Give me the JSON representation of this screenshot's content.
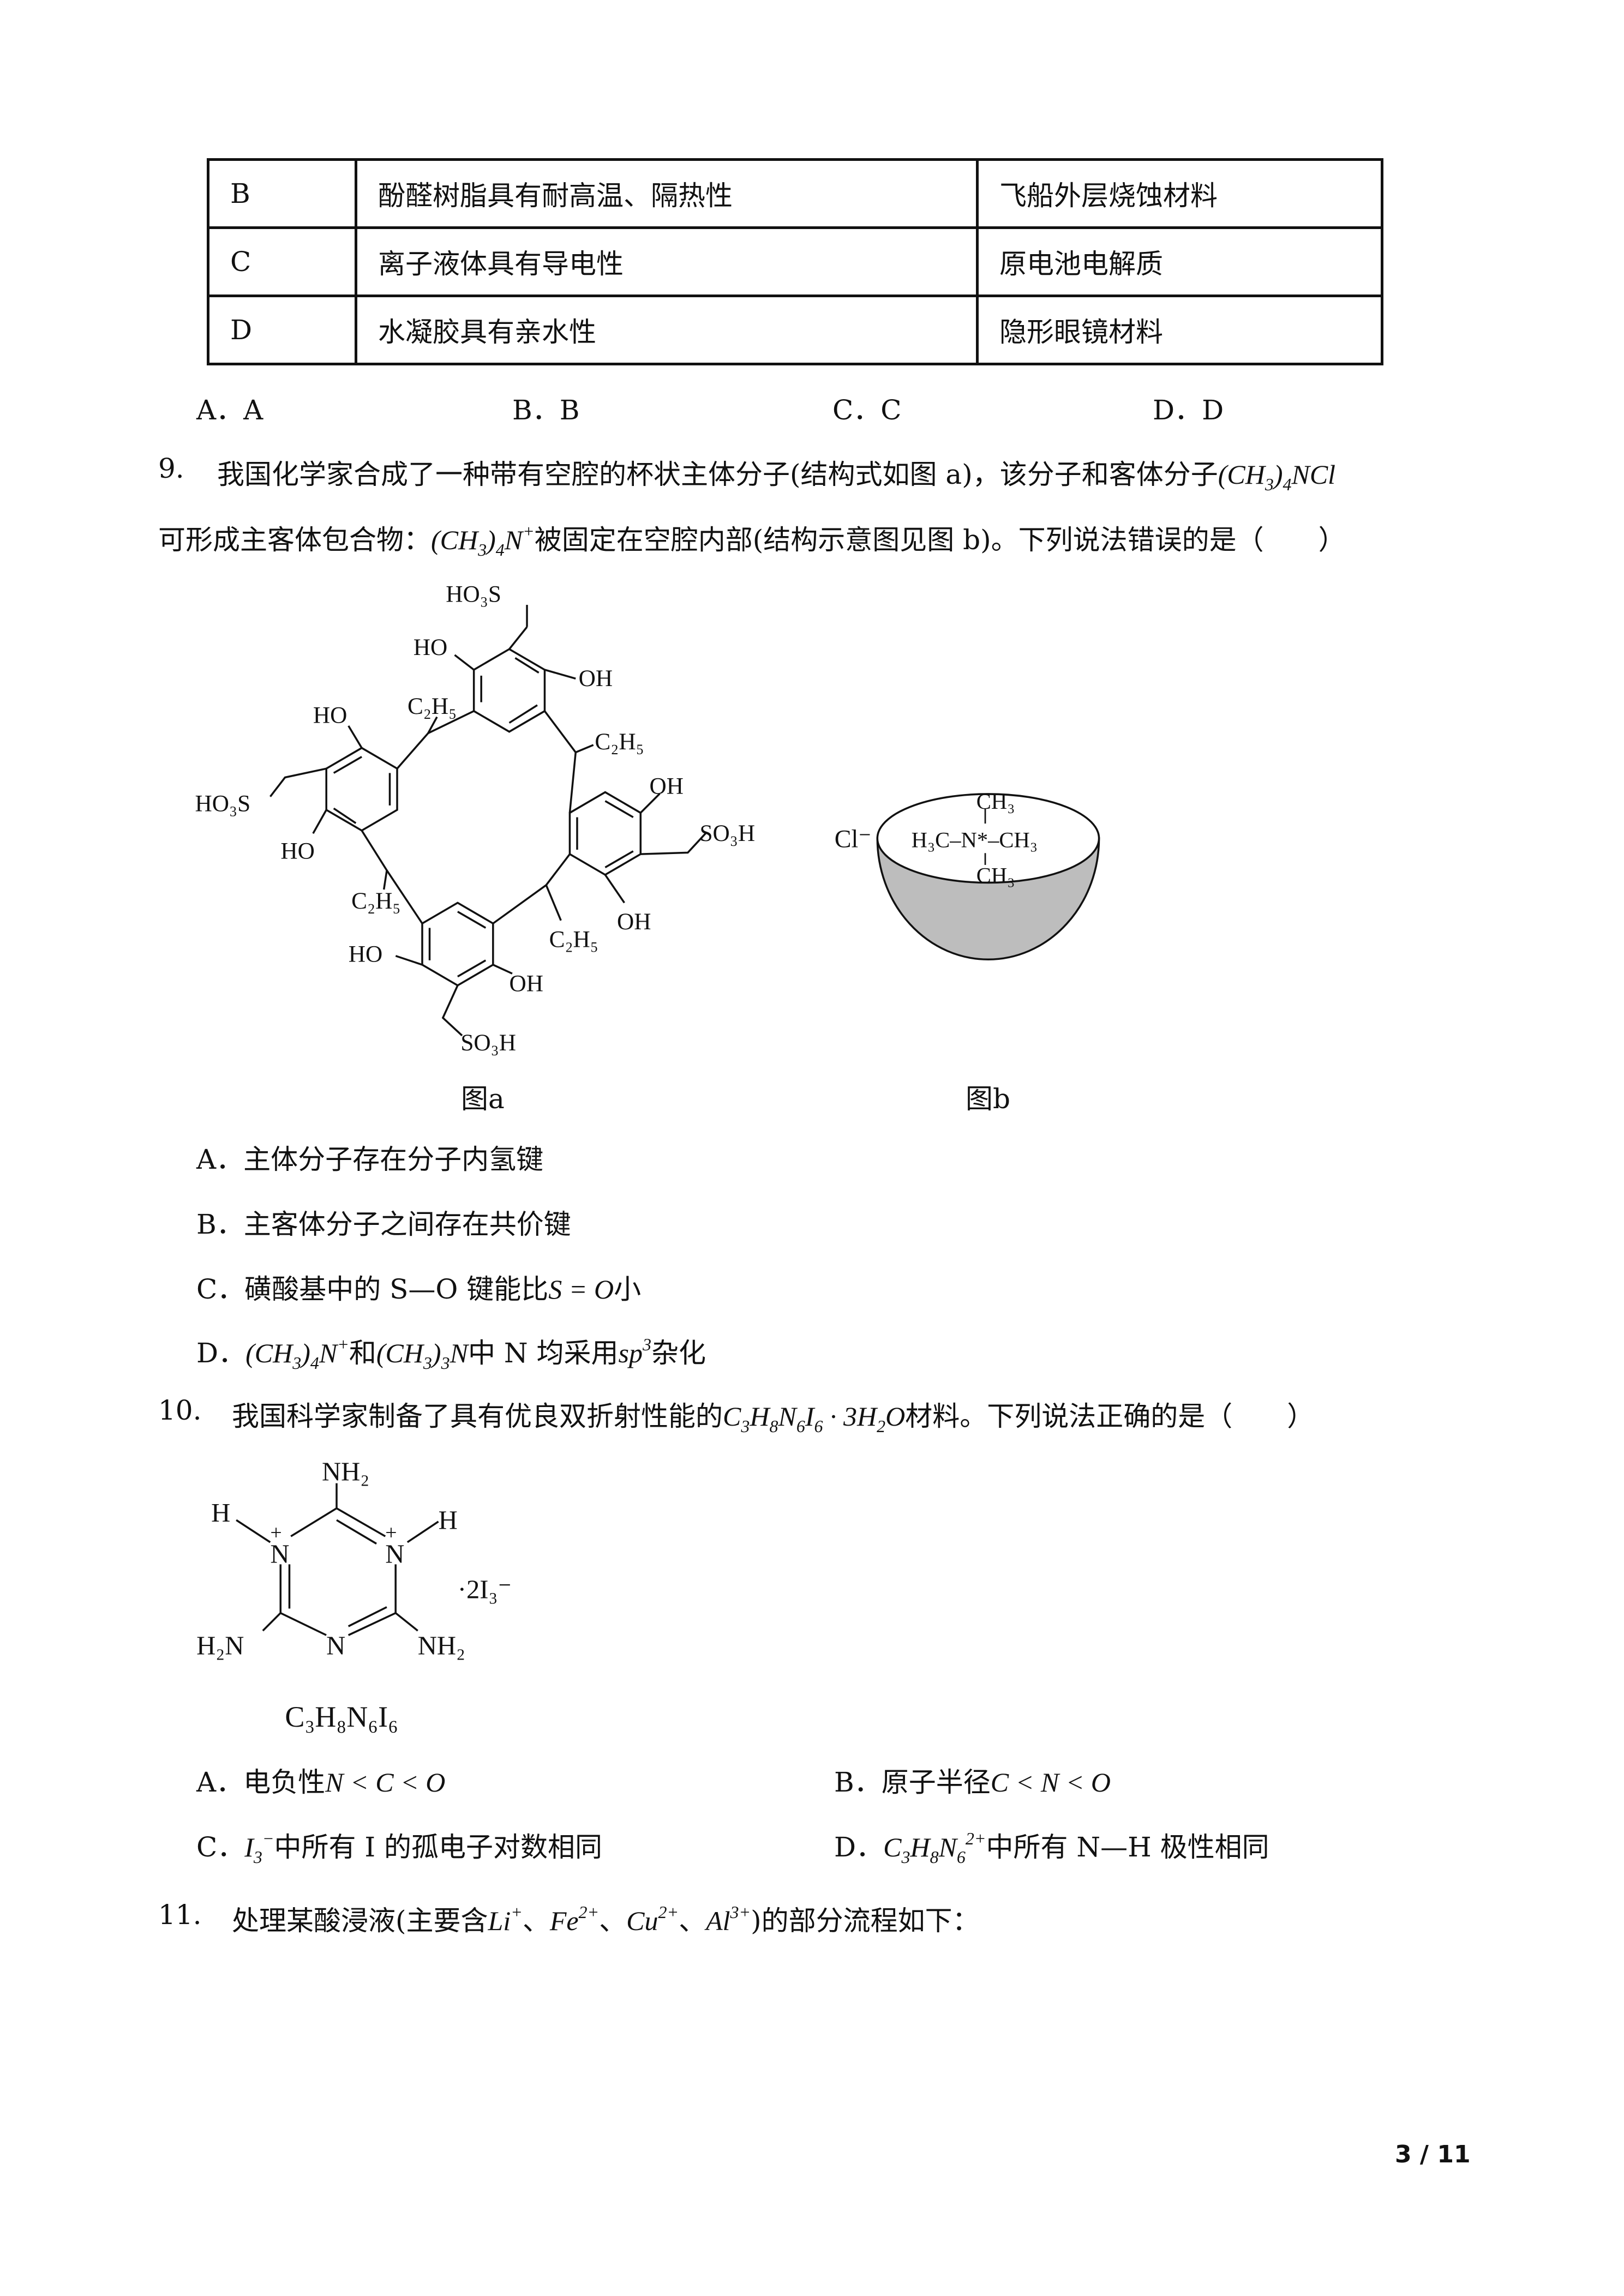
{
  "table": {
    "rows": [
      {
        "option": "B",
        "property": "酚醛树脂具有耐高温、隔热性",
        "use": "飞船外层烧蚀材料"
      },
      {
        "option": "C",
        "property": "离子液体具有导电性",
        "use": "原电池电解质"
      },
      {
        "option": "D",
        "property": "水凝胶具有亲水性",
        "use": "隐形眼镜材料"
      }
    ]
  },
  "q8": {
    "options": [
      "A．A",
      "B．B",
      "C．C",
      "D．D"
    ]
  },
  "q9": {
    "number": "9.",
    "line1": [
      {
        "t": "我国化学家合成了一种带有空腔的杯状主体分子(结构式如图 a)，该分子和客体分子"
      },
      {
        "t": "(CH",
        "s": "i"
      },
      {
        "t": "3",
        "s": "sub"
      },
      {
        "t": ")",
        "s": "i"
      },
      {
        "t": "4",
        "s": "sub"
      },
      {
        "t": "NCl",
        "s": "i"
      }
    ],
    "line2": [
      {
        "t": "可形成主客体包合物："
      },
      {
        "t": "(CH",
        "s": "i"
      },
      {
        "t": "3",
        "s": "sub"
      },
      {
        "t": ")",
        "s": "i"
      },
      {
        "t": "4",
        "s": "sub"
      },
      {
        "t": "N",
        "s": "i"
      },
      {
        "t": "+",
        "s": "sup"
      },
      {
        "t": "被固定在空腔内部(结构示意图见图 b)。下列说法错误的是（　　）"
      }
    ],
    "figure_a": {
      "caption": "图a",
      "labels": {
        "ho3s_top": "HO₃S",
        "ho_top": "HO",
        "oh_top": "OH",
        "c2h5_1": "C₂H₅",
        "c2h5_2": "C₂H₅",
        "ho_left1": "HO",
        "ho3s_left": "HO₃S",
        "ho_left2": "HO",
        "oh_right1": "OH",
        "so3h_right": "SO₃H",
        "oh_right2": "OH",
        "c2h5_3": "C₂H₅",
        "c2h5_4": "C₂H₅",
        "ho_bottom": "HO",
        "oh_bottom": "OH",
        "so3h_bottom": "SO₃H"
      }
    },
    "figure_b": {
      "caption": "图b",
      "anion": "Cl⁻",
      "labels": {
        "ch3_top": "CH₃",
        "center": "H₃C–N*–CH₃",
        "ch3_bottom": "CH₃"
      }
    },
    "options": [
      [
        {
          "t": "A．主体分子存在分子内氢键"
        }
      ],
      [
        {
          "t": "B．主客体分子之间存在共价键"
        }
      ],
      [
        {
          "t": "C．磺酸基中的 S—O 键能比"
        },
        {
          "t": "S = O",
          "s": "i"
        },
        {
          "t": "小"
        }
      ],
      [
        {
          "t": "D．"
        },
        {
          "t": "(CH",
          "s": "i"
        },
        {
          "t": "3",
          "s": "sub"
        },
        {
          "t": ")",
          "s": "i"
        },
        {
          "t": "4",
          "s": "sub"
        },
        {
          "t": "N",
          "s": "i"
        },
        {
          "t": "+",
          "s": "sup"
        },
        {
          "t": "和"
        },
        {
          "t": "(CH",
          "s": "i"
        },
        {
          "t": "3",
          "s": "sub"
        },
        {
          "t": ")",
          "s": "i"
        },
        {
          "t": "3",
          "s": "sub"
        },
        {
          "t": "N",
          "s": "i"
        },
        {
          "t": "中 N 均采用"
        },
        {
          "t": "sp",
          "s": "i"
        },
        {
          "t": "3",
          "s": "sup"
        },
        {
          "t": "杂化"
        }
      ]
    ]
  },
  "q10": {
    "number": "10.",
    "line1": [
      {
        "t": "我国科学家制备了具有优良双折射性能的"
      },
      {
        "t": "C",
        "s": "i"
      },
      {
        "t": "3",
        "s": "sub"
      },
      {
        "t": "H",
        "s": "i"
      },
      {
        "t": "8",
        "s": "sub"
      },
      {
        "t": "N",
        "s": "i"
      },
      {
        "t": "6",
        "s": "sub"
      },
      {
        "t": "I",
        "s": "i"
      },
      {
        "t": "6",
        "s": "sub"
      },
      {
        "t": " · 3H",
        "s": "i"
      },
      {
        "t": "2",
        "s": "sub"
      },
      {
        "t": "O",
        "s": "i"
      },
      {
        "t": "材料。下列说法正确的是（　　）"
      }
    ],
    "figure": {
      "labels": {
        "nh2_top": "NH₂",
        "h_left": "H",
        "h_right": "H",
        "n_left": "N",
        "n_right": "N",
        "plus_left": "+",
        "plus_right": "+",
        "i3": "·2I₃⁻",
        "h2n": "H₂N",
        "n_bottom": "N",
        "nh2_right": "NH₂"
      },
      "formula": "C₃H₈N₆I₆"
    },
    "options": [
      [
        {
          "t": "A．电负性"
        },
        {
          "t": "N < C < O",
          "s": "i"
        }
      ],
      [
        {
          "t": "B．原子半径"
        },
        {
          "t": "C < N < O",
          "s": "i"
        }
      ],
      [
        {
          "t": "C．"
        },
        {
          "t": "I",
          "s": "i"
        },
        {
          "t": "3",
          "s": "sub"
        },
        {
          "t": "−",
          "s": "sup"
        },
        {
          "t": "中所有 I 的孤电子对数相同"
        }
      ],
      [
        {
          "t": "D．"
        },
        {
          "t": "C",
          "s": "i"
        },
        {
          "t": "3",
          "s": "sub"
        },
        {
          "t": "H",
          "s": "i"
        },
        {
          "t": "8",
          "s": "sub"
        },
        {
          "t": "N",
          "s": "i"
        },
        {
          "t": "6",
          "s": "sub"
        },
        {
          "t": "2+",
          "s": "sup"
        },
        {
          "t": "中所有 N—H 极性相同"
        }
      ]
    ]
  },
  "q11": {
    "number": "11.",
    "line1": [
      {
        "t": "处理某酸浸液(主要含"
      },
      {
        "t": "Li",
        "s": "i"
      },
      {
        "t": "+",
        "s": "sup"
      },
      {
        "t": "、"
      },
      {
        "t": "Fe",
        "s": "i"
      },
      {
        "t": "2+",
        "s": "sup"
      },
      {
        "t": "、"
      },
      {
        "t": "Cu",
        "s": "i"
      },
      {
        "t": "2+",
        "s": "sup"
      },
      {
        "t": "、"
      },
      {
        "t": "Al",
        "s": "i"
      },
      {
        "t": "3+",
        "s": "sup"
      },
      {
        "t": ")的部分流程如下："
      }
    ]
  },
  "footer": {
    "page": "3 / 11"
  }
}
